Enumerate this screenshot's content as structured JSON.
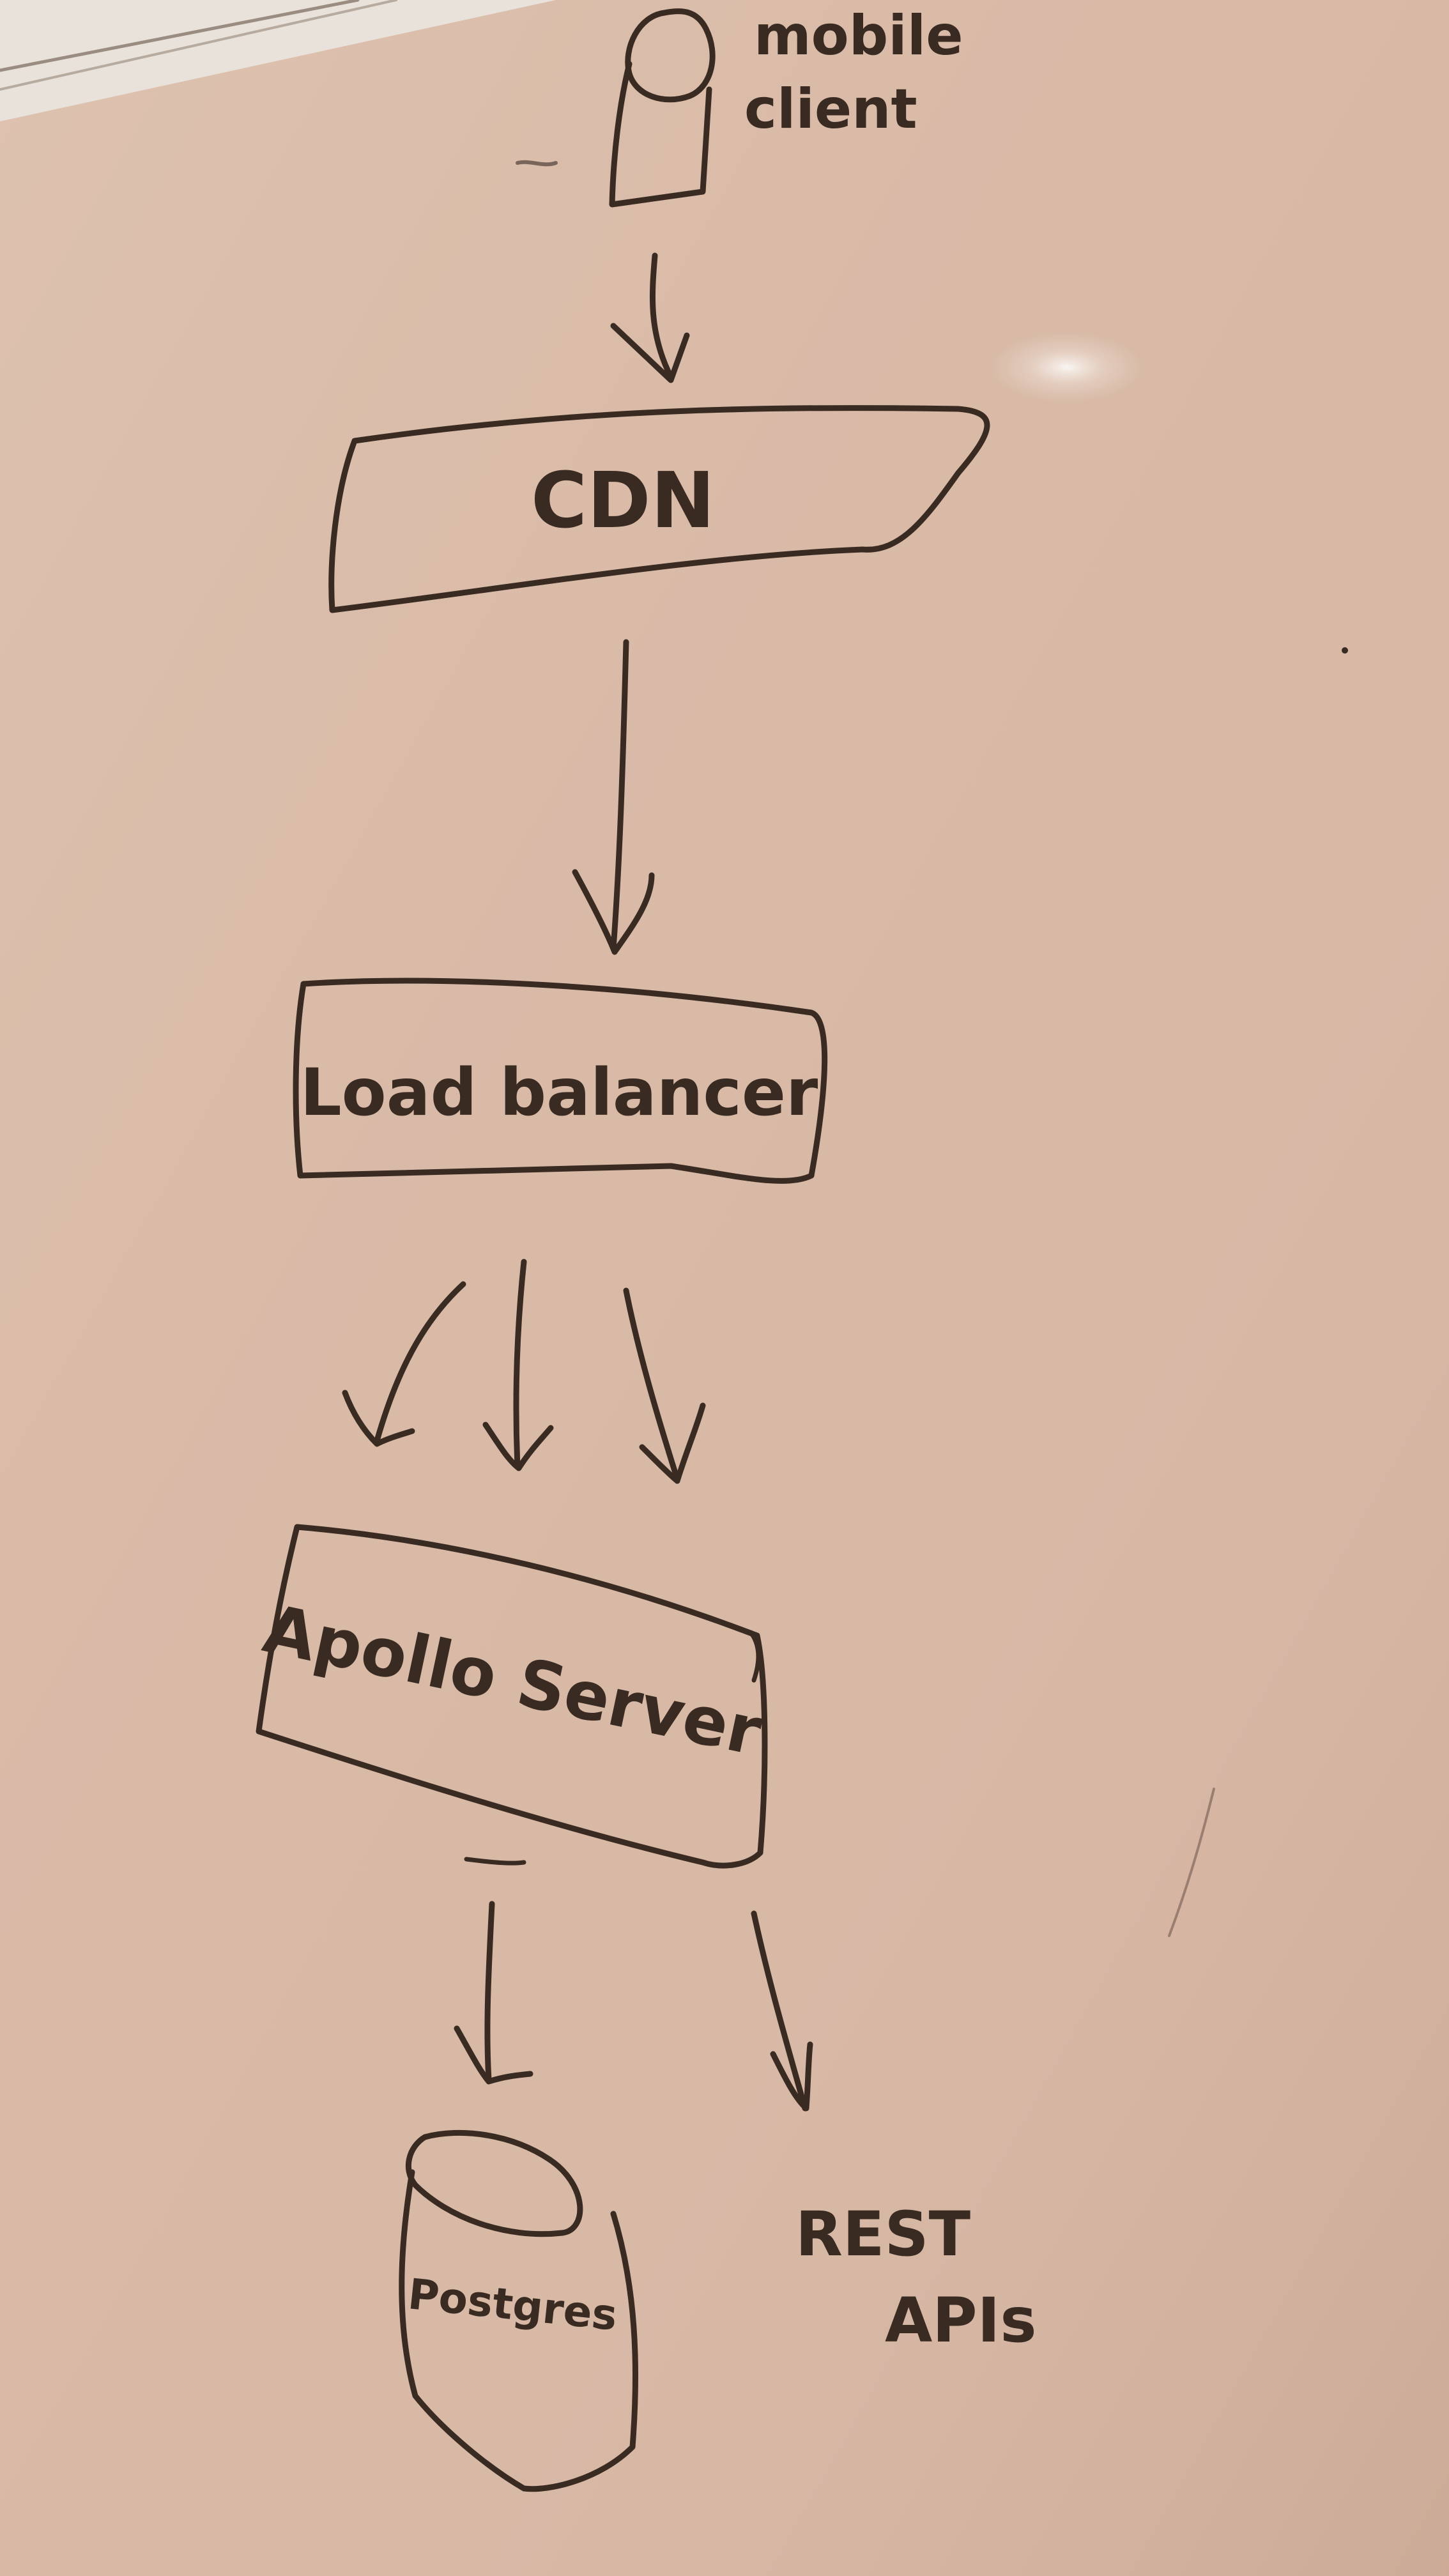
{
  "diagram": {
    "nodes": {
      "mobile_client": {
        "line1": "mobile",
        "line2": "client"
      },
      "cdn": {
        "label": "CDN"
      },
      "load_balancer": {
        "label": "Load balancer"
      },
      "apollo_server": {
        "label": "Apollo Server"
      },
      "postgres": {
        "label": "Postgres"
      },
      "rest_apis": {
        "line1": "REST",
        "line2": "APIs"
      }
    },
    "edges": [
      {
        "from": "mobile_client",
        "to": "cdn"
      },
      {
        "from": "cdn",
        "to": "load_balancer"
      },
      {
        "from": "load_balancer",
        "to": "apollo_server",
        "count": 3
      },
      {
        "from": "apollo_server",
        "to": "postgres"
      },
      {
        "from": "apollo_server",
        "to": "rest_apis"
      }
    ],
    "colors": {
      "whiteboard": "#d8b9a6",
      "ink": "#3a2b22"
    }
  }
}
